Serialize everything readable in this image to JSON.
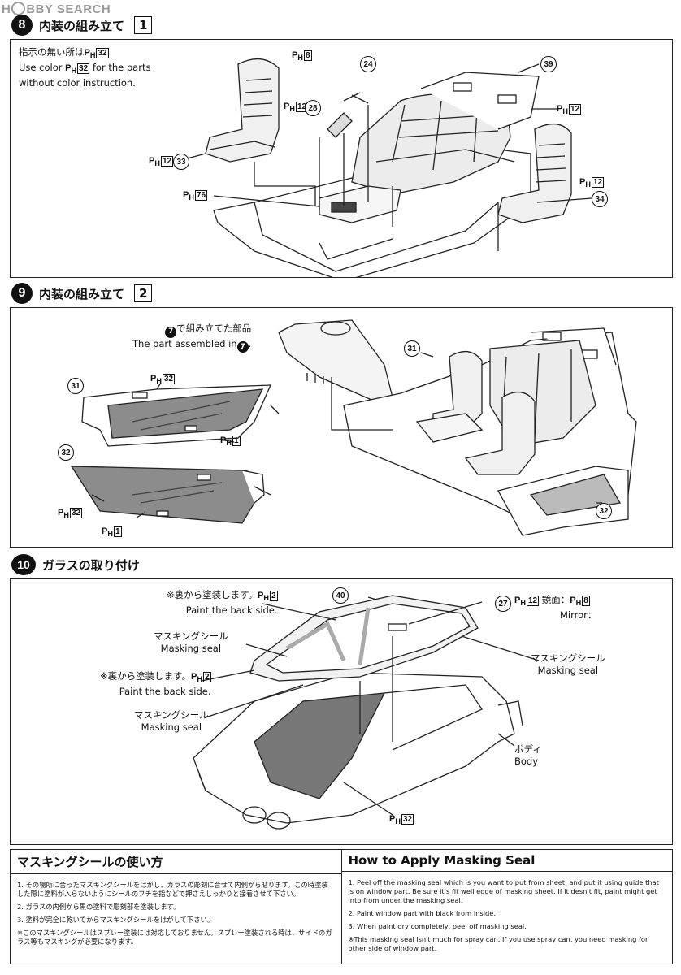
{
  "watermark": "H BBY SEARCH",
  "steps": [
    {
      "num": "8",
      "title": "内装の組み立て",
      "box": "1"
    },
    {
      "num": "9",
      "title": "内装の組み立て",
      "box": "2"
    },
    {
      "num": "10",
      "title": "ガラスの取り付け",
      "box": ""
    }
  ],
  "step8": {
    "note_jp": "指示の無い所は",
    "note_en1": "Use color",
    "note_en2": "for the parts",
    "note_en3": "without color instruction.",
    "ph": "P",
    "ph_sub": "H",
    "colors": [
      "32",
      "8",
      "12",
      "12",
      "76",
      "12",
      "12"
    ],
    "parts": [
      "24",
      "28",
      "39",
      "33",
      "34"
    ]
  },
  "step9": {
    "assembled_jp": "で組み立てた部品",
    "assembled_en": "The part assembled in",
    "ref": "7",
    "colors": [
      "32",
      "1",
      "32",
      "1"
    ],
    "parts": [
      "31",
      "32",
      "31",
      "32"
    ]
  },
  "step10": {
    "paint_back_jp": "※裏から塗装します。",
    "paint_back_en": "Paint the back side.",
    "masking_jp": "マスキングシール",
    "masking_en": "Masking seal",
    "mirror_jp": "鏡面：",
    "mirror_en": "Mirror：",
    "body_jp": "ボディ",
    "body_en": "Body",
    "colors": [
      "2",
      "2",
      "12",
      "8",
      "32"
    ],
    "parts": [
      "40",
      "27"
    ]
  },
  "masking": {
    "title_jp": "マスキングシールの使い方",
    "title_en": "How to Apply Masking Seal",
    "jp": [
      "1. その場所に合ったマスキングシールをはがし、ガラスの彫刻に合せて内側から貼ります。この時塗装した際に塗料が入らないようにシールのフチを指などで押さえしっかりと接着させて下さい。",
      "2. ガラスの内側から黒の塗料で彫刻部を塗装します。",
      "3. 塗料が完全に乾いてからマスキングシールをはがして下さい。",
      "※このマスキングシールはスプレー塗装には対応しておりません。スプレー塗装される時は、サイドのガラス等もマスキングが必要になります。"
    ],
    "en": [
      "1. Peel off the masking seal which is you want to put from sheet, and put it using guide that is on window part. Be sure it's fit well edge of masking sheet. If it desn't fit, paint might get into from under the masking seal.",
      "2. Paint window part with black from inside.",
      "3. When paint dry completely, peel off masking seal.",
      "※This masking seal isn't much for spray can. If you use spray can, you need masking for other side of window part."
    ]
  }
}
